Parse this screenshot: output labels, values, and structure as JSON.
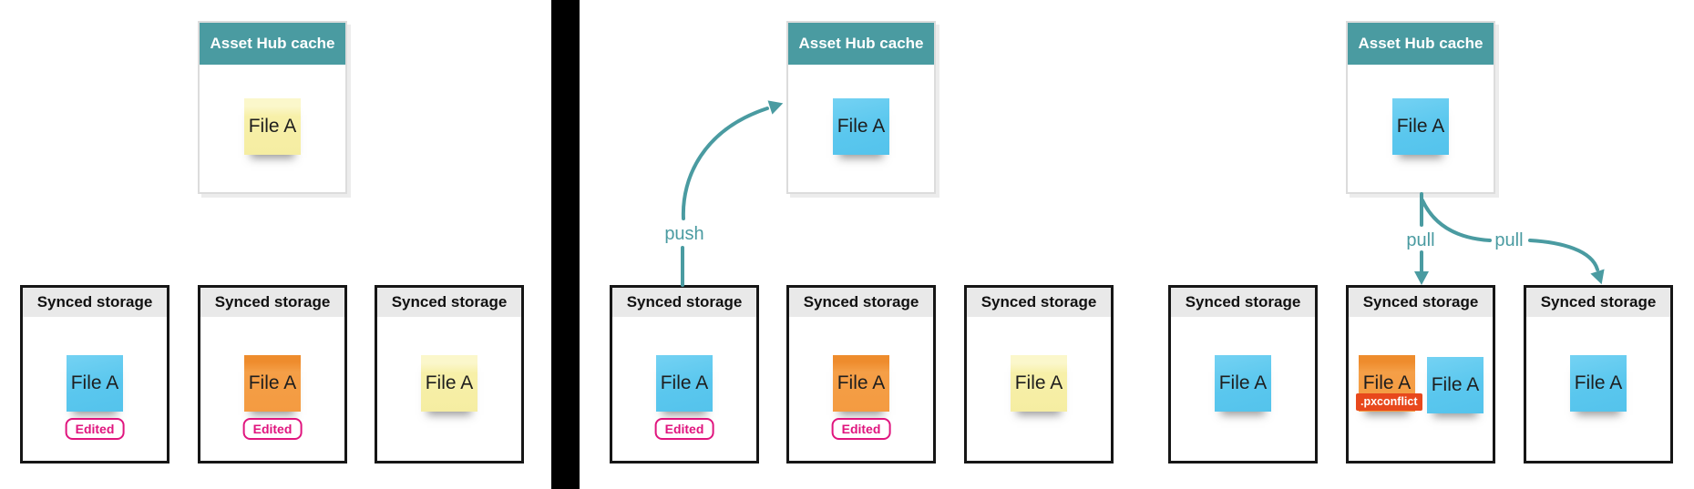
{
  "colors": {
    "teal": "#4A9BA1",
    "storage_header_gray": "#E9E9E9",
    "box_border_black": "#161616",
    "note_blue": "#5BC8EF",
    "note_orange": "#F49B41",
    "note_yellow": "#F7F0A9",
    "edited_pink": "#E0157E",
    "conflict_red": "#E8481C",
    "divider_black": "#000000"
  },
  "panels": [
    {
      "id": "left-local-edits",
      "cache": {
        "title": "Asset Hub cache",
        "note": {
          "label": "File A",
          "color": "yellow"
        }
      },
      "storages": [
        {
          "title": "Synced storage",
          "notes": [
            {
              "label": "File A",
              "color": "blue"
            }
          ],
          "badge": {
            "label": "Edited"
          }
        },
        {
          "title": "Synced storage",
          "notes": [
            {
              "label": "File A",
              "color": "orange"
            }
          ],
          "badge": {
            "label": "Edited"
          }
        },
        {
          "title": "Synced storage",
          "notes": [
            {
              "label": "File A",
              "color": "yellow"
            }
          ]
        }
      ]
    },
    {
      "id": "middle-push",
      "cache": {
        "title": "Asset Hub cache",
        "note": {
          "label": "File A",
          "color": "blue"
        }
      },
      "push_arrow": {
        "label": "push"
      },
      "storages": [
        {
          "title": "Synced storage",
          "notes": [
            {
              "label": "File A",
              "color": "blue"
            }
          ],
          "badge": {
            "label": "Edited"
          }
        },
        {
          "title": "Synced storage",
          "notes": [
            {
              "label": "File A",
              "color": "orange"
            }
          ],
          "badge": {
            "label": "Edited"
          }
        },
        {
          "title": "Synced storage",
          "notes": [
            {
              "label": "File A",
              "color": "yellow"
            }
          ]
        }
      ]
    },
    {
      "id": "right-pull",
      "cache": {
        "title": "Asset Hub cache",
        "note": {
          "label": "File A",
          "color": "blue"
        }
      },
      "pull_arrows": [
        {
          "label": "pull"
        },
        {
          "label": "pull"
        }
      ],
      "storages": [
        {
          "title": "Synced storage",
          "notes": [
            {
              "label": "File A",
              "color": "blue"
            }
          ]
        },
        {
          "title": "Synced storage",
          "notes": [
            {
              "label": "File A",
              "color": "orange",
              "tag": ".pxconflict"
            },
            {
              "label": "File A",
              "color": "blue"
            }
          ]
        },
        {
          "title": "Synced storage",
          "notes": [
            {
              "label": "File A",
              "color": "blue"
            }
          ]
        }
      ]
    }
  ]
}
